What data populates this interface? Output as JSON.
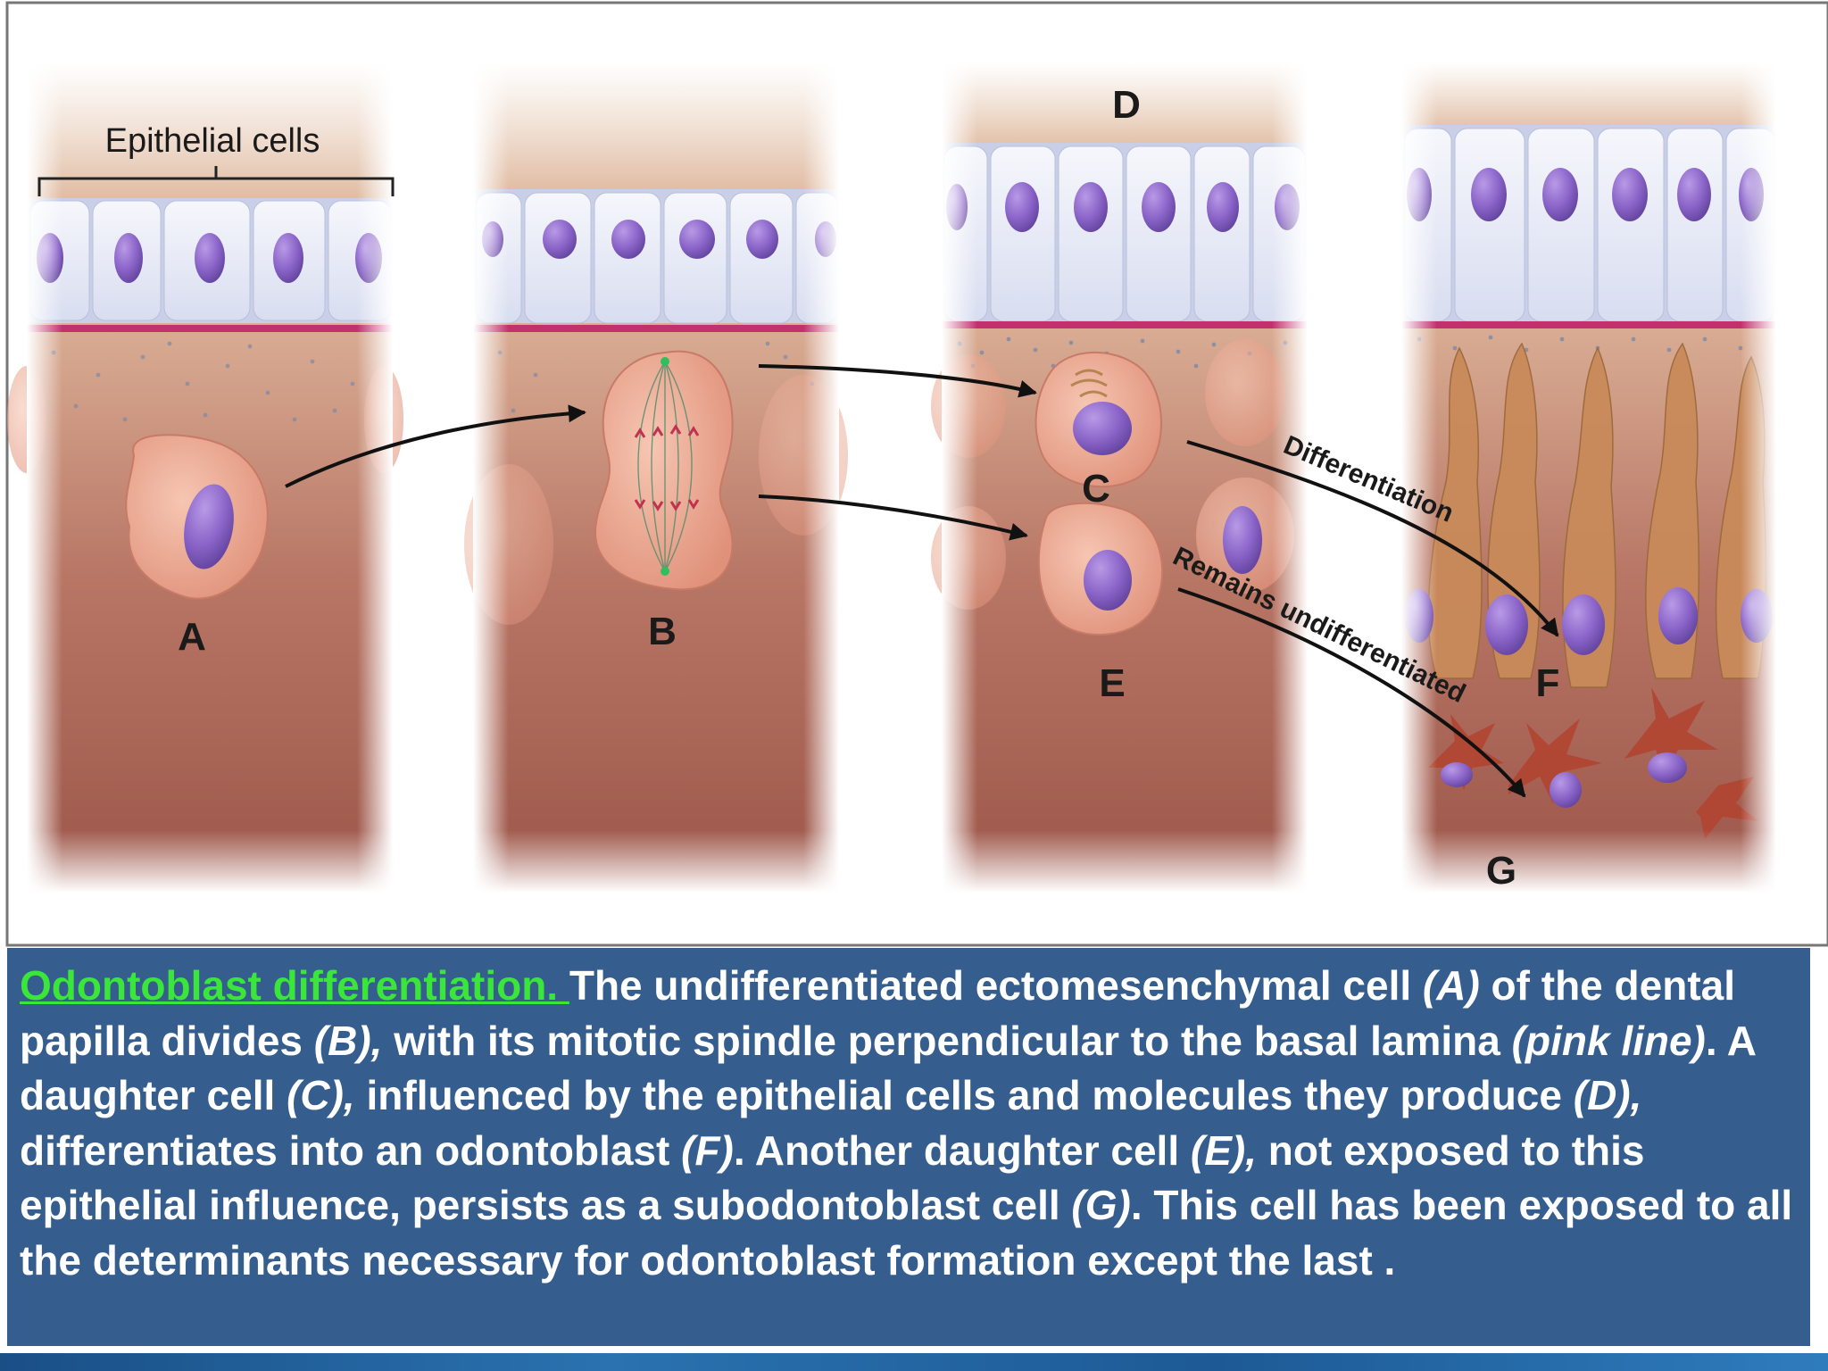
{
  "figure": {
    "labels": {
      "epithelial_cells": "Epithelial cells",
      "A": "A",
      "B": "B",
      "C": "C",
      "D": "D",
      "E": "E",
      "F": "F",
      "G": "G",
      "differentiation": "Differentiation",
      "remains_undifferentiated": "Remains undifferentiated"
    },
    "colors": {
      "epithelium": "#e4e8f6",
      "nucleus": "#8a64c8",
      "basal_lamina": "#c2306e",
      "papilla_light": "#ddb399",
      "papilla_dark": "#9c564a",
      "cell": "#eba78e",
      "odontoblast": "#c98a5a",
      "subodontoblast": "#b2432f"
    }
  },
  "caption": {
    "parts": [
      {
        "text": "Odontoblast differentiation. ",
        "style": "lead"
      },
      {
        "text": "The undifferentiated ectomesenchymal cell ",
        "style": "plain"
      },
      {
        "text": "(A)",
        "style": "italic"
      },
      {
        "text": " of the dental papilla divides ",
        "style": "plain"
      },
      {
        "text": "(B),",
        "style": "italic"
      },
      {
        "text": " with its mitotic spindle perpendicular to the basal lamina ",
        "style": "plain"
      },
      {
        "text": "(pink line)",
        "style": "italic"
      },
      {
        "text": ". A daughter cell ",
        "style": "plain"
      },
      {
        "text": "(C),",
        "style": "italic"
      },
      {
        "text": " influenced by the epithelial cells and molecules they produce ",
        "style": "plain"
      },
      {
        "text": "(D),",
        "style": "italic"
      },
      {
        "text": " differentiates into an odontoblast ",
        "style": "plain"
      },
      {
        "text": "(F)",
        "style": "italic"
      },
      {
        "text": ". Another daughter cell ",
        "style": "plain"
      },
      {
        "text": "(E),",
        "style": "italic"
      },
      {
        "text": " not exposed to this epithelial influence, persists as a subodontoblast cell ",
        "style": "plain"
      },
      {
        "text": "(G)",
        "style": "italic"
      },
      {
        "text": ". This cell has been exposed to all the determinants necessary for odontoblast formation except the last .",
        "style": "plain"
      }
    ]
  }
}
